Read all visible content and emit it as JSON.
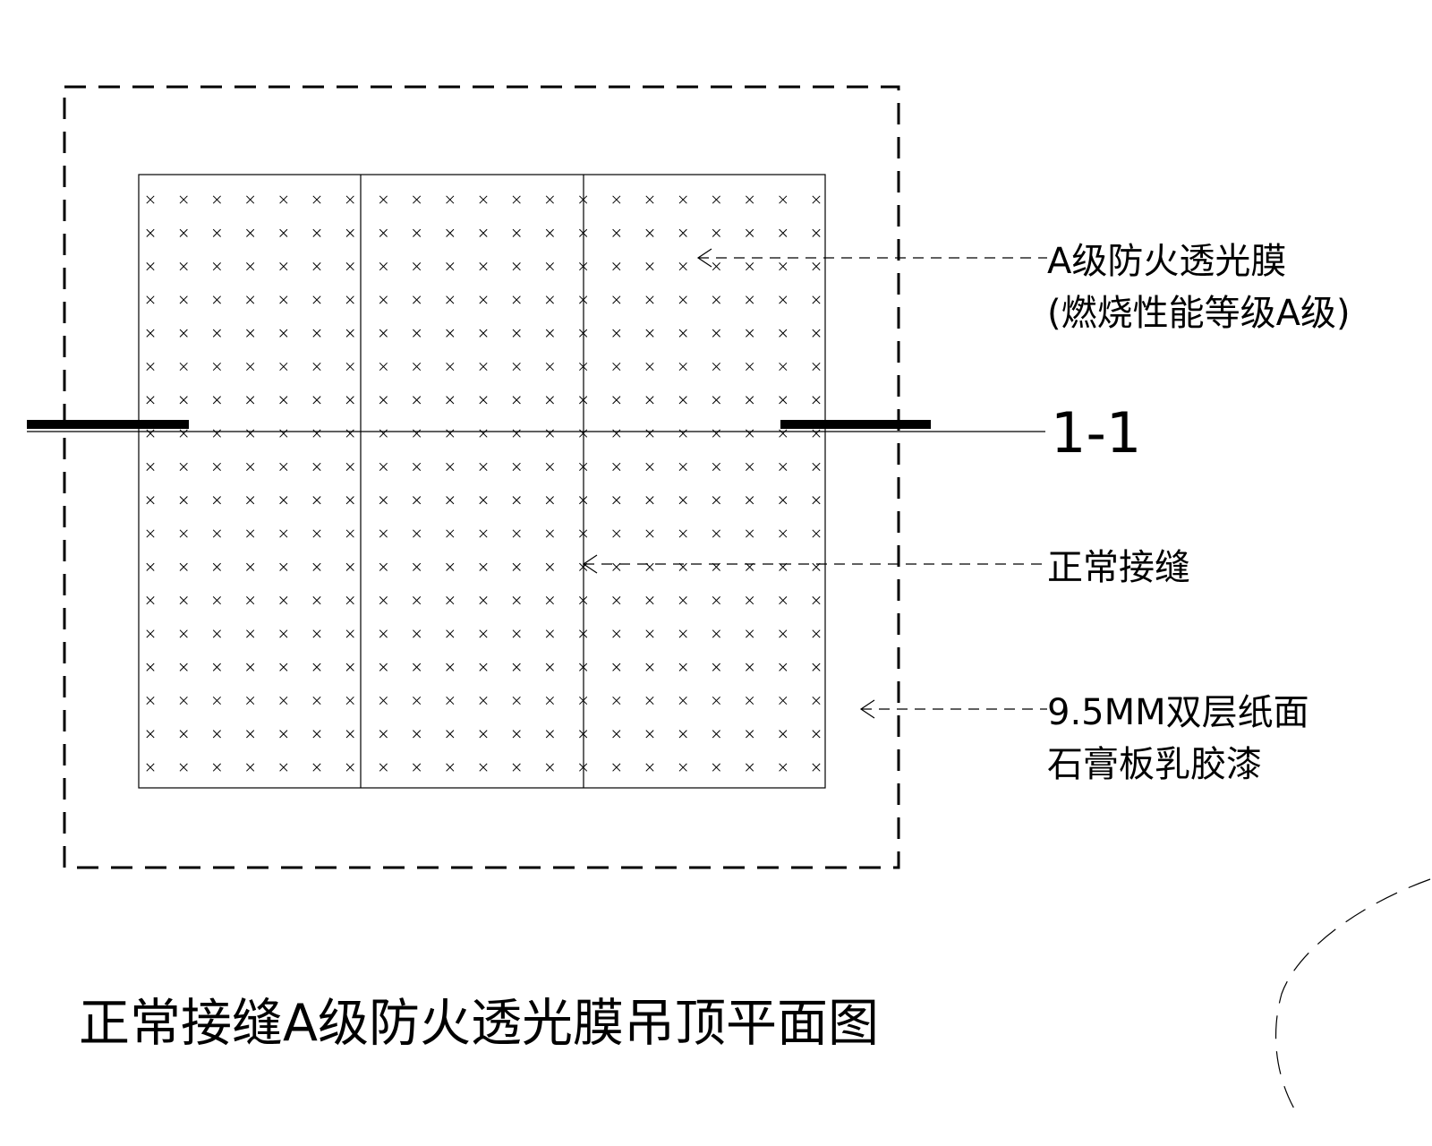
{
  "drawing": {
    "title": "正常接缝A级防火透光膜吊顶平面图",
    "section_mark": "1-1",
    "annotations": {
      "membrane_line1": "A级防火透光膜",
      "membrane_line2": "(燃烧性能等级A级)",
      "seam": "正常接缝",
      "board_line1": "9.5MM双层纸面",
      "board_line2": "石膏板乳胶漆"
    },
    "membrane_panel_grid": {
      "columns": 3,
      "rows": 2
    },
    "line_color": "#000000"
  }
}
